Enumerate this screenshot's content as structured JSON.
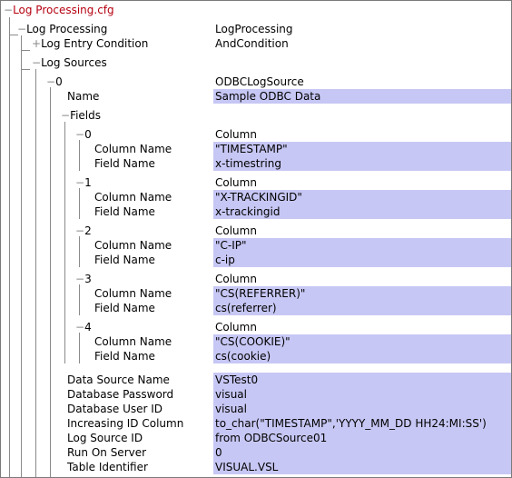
{
  "tree": {
    "root": {
      "label": "Log Processing.cfg",
      "toggle": "−"
    },
    "log_processing": {
      "label": "Log Processing",
      "value": "LogProcessing",
      "toggle": "−"
    },
    "log_entry_condition": {
      "label": "Log Entry Condition",
      "value": "AndCondition",
      "toggle": "+"
    },
    "log_sources": {
      "label": "Log Sources",
      "toggle": "−"
    },
    "source0": {
      "label": "0",
      "value": "ODBCLogSource",
      "toggle": "−",
      "name_label": "Name",
      "name_value": "Sample ODBC Data",
      "fields_label": "Fields",
      "fields_toggle": "−"
    },
    "fields": [
      {
        "index": "0",
        "type": "Column",
        "column_name_label": "Column Name",
        "column_name": "\"TIMESTAMP\"",
        "field_name_label": "Field Name",
        "field_name": "x-timestring"
      },
      {
        "index": "1",
        "type": "Column",
        "column_name_label": "Column Name",
        "column_name": "\"X-TRACKINGID\"",
        "field_name_label": "Field Name",
        "field_name": "x-trackingid"
      },
      {
        "index": "2",
        "type": "Column",
        "column_name_label": "Column Name",
        "column_name": "\"C-IP\"",
        "field_name_label": "Field Name",
        "field_name": "c-ip"
      },
      {
        "index": "3",
        "type": "Column",
        "column_name_label": "Column Name",
        "column_name": "\"CS(REFERRER)\"",
        "field_name_label": "Field Name",
        "field_name": "cs(referrer)"
      },
      {
        "index": "4",
        "type": "Column",
        "column_name_label": "Column Name",
        "column_name": "\"CS(COOKIE)\"",
        "field_name_label": "Field Name",
        "field_name": "cs(cookie)"
      }
    ],
    "properties": [
      {
        "label": "Data Source Name",
        "value": "VSTest0"
      },
      {
        "label": "Database Password",
        "value": "visual"
      },
      {
        "label": "Database User ID",
        "value": "visual"
      },
      {
        "label": "Increasing ID Column",
        "value": "to_char(\"TIMESTAMP\",'YYYY_MM_DD HH24:MI:SS')"
      },
      {
        "label": "Log Source ID",
        "value": "from ODBCSource01"
      },
      {
        "label": "Run On Server",
        "value": "0"
      },
      {
        "label": "Table Identifier",
        "value": "VISUAL.VSL"
      }
    ]
  },
  "colors": {
    "root_label": "#b5000f",
    "field_bg": "#c7c7f5",
    "tree_line": "#8a8a8a"
  }
}
